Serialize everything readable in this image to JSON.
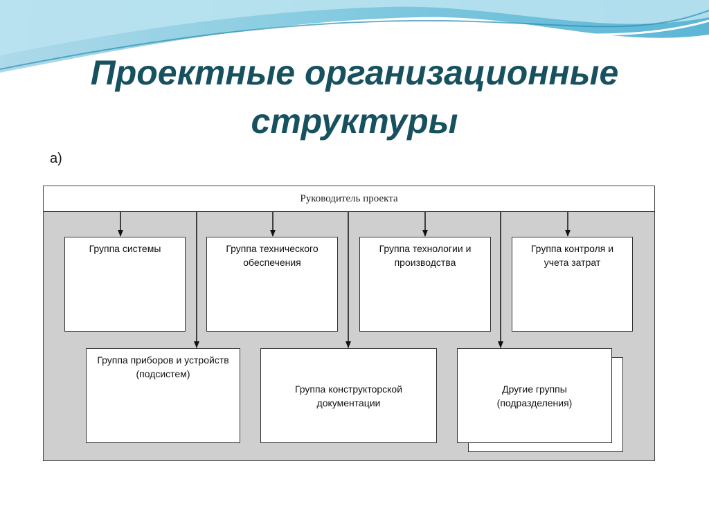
{
  "slide": {
    "title": "Проектные организационные структуры",
    "panel_label": "а)"
  },
  "diagram": {
    "head_label": "Руководитель проекта",
    "top_groups": [
      "Группа системы",
      "Группа технического обеспечения",
      "Группа технологии и производства",
      "Группа контроля и учета затрат"
    ],
    "bottom_groups": [
      "Группа приборов и устройств (подсистем)",
      "Группа конструкторской документации",
      "Другие группы (подразделения)"
    ]
  }
}
